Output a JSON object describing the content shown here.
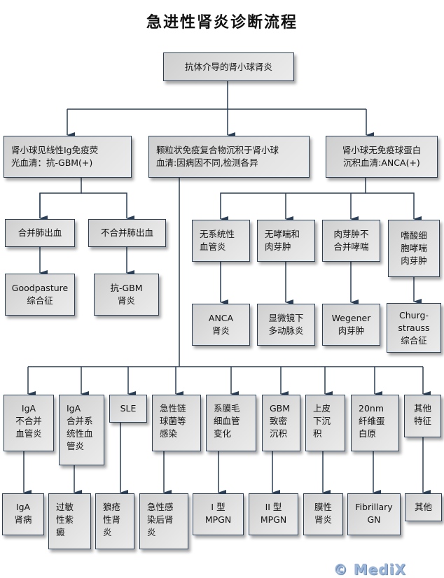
{
  "title": "急进性肾炎诊断流程",
  "watermark": "© MediX",
  "colors": {
    "line": "#2a3f55",
    "box_fill": "#dcdcdc",
    "watermark": "#9bb6d8"
  },
  "root": "抗体介导的肾小球肾炎",
  "level1": {
    "anti_gbm": "肾小球见线性Ig免疫荧\n光血清：抗-GBM(+)",
    "immune_complex": "颗粒状免疫复合物沉积于肾小球\n血清:因病因不同,检测各异",
    "anca": "肾小球无免疫球蛋白\n沉积血清:ANCA(+)"
  },
  "anti_gbm_branch": {
    "with_hemorrhage": "合并肺出血",
    "without_hemorrhage": "不合并肺出血",
    "goodpasture": "Goodpasture\n综合征",
    "anti_gbm_nephritis": "抗-GBM\n肾炎"
  },
  "anca_branch": {
    "conditions": [
      "无系统性\n血管炎",
      "无哮喘和\n肉芽肿",
      "肉芽肿不\n合并哮喘",
      "嗜酸细\n胞哮喘\n肉芽肿"
    ],
    "diagnoses": [
      "ANCA\n肾炎",
      "显微镜下\n多动脉炎",
      "Wegener\n肉芽肿",
      "Churg-\nstrauss\n综合征"
    ]
  },
  "immune_complex_branch": {
    "conditions": [
      "IgA\n不合并\n血管炎",
      "IgA\n合并系\n统性血\n管炎",
      "SLE",
      "急性链\n球菌等\n感染",
      "系膜毛\n细血管\n变化",
      "GBM\n致密\n沉积",
      "上皮\n下沉\n积",
      "20nm\n纤维蛋\n白原",
      "其他\n特征"
    ],
    "diagnoses": [
      "IgA\n肾病",
      "过敏\n性紫\n癜",
      "狼疮\n性肾\n炎",
      "急性感\n染后肾\n炎",
      "I 型\nMPGN",
      "II 型\nMPGN",
      "膜性\n肾炎",
      "Fibrillary\nGN",
      "其他"
    ]
  }
}
